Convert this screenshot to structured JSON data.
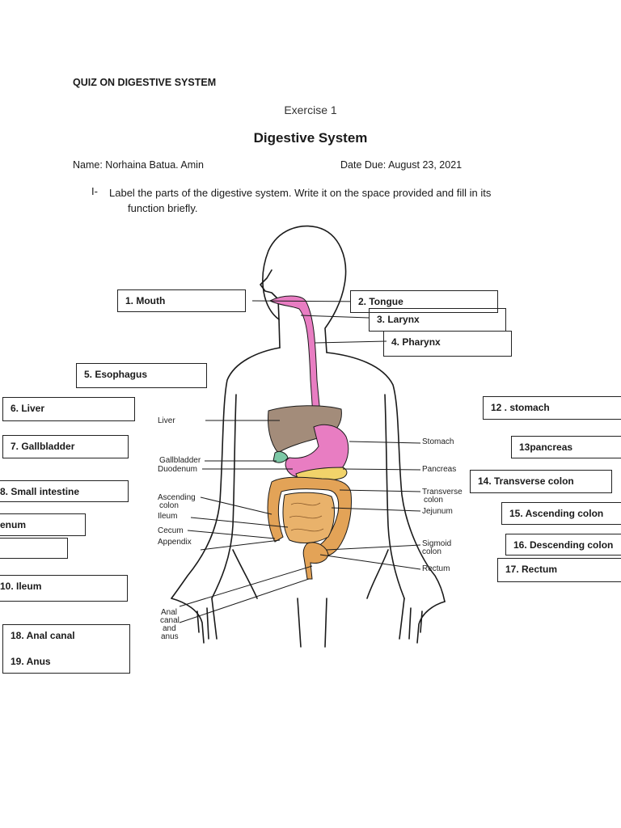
{
  "header": {
    "quiz_title": "QUIZ ON DIGESTIVE SYSTEM",
    "exercise": "Exercise 1",
    "title": "Digestive System",
    "name": "Name: Norhaina Batua. Amin",
    "date_due": "Date Due: August 23, 2021"
  },
  "instructions": {
    "number": "I-",
    "line1": "Label the parts of the digestive system. Write it on the space provided and fill in its",
    "line2": "function briefly."
  },
  "answers": {
    "mouth": "1. Mouth",
    "tongue": "2. Tongue",
    "larynx": "3. Larynx",
    "pharynx": "4. Pharynx",
    "esophagus": "5. Esophagus",
    "liver": "6. Liver",
    "gallbladder": "7. Gallbladder",
    "small_intestine": "8. Small intestine",
    "duodenum": "enum",
    "ileum": "10. Ileum",
    "anal_canal": "18. Anal canal",
    "anus": "19. Anus",
    "stomach": "12 . stomach",
    "pancreas": "13pancreas",
    "transverse_colon": "14. Transverse colon",
    "ascending_colon": "15. Ascending colon",
    "descending_colon": "16. Descending colon",
    "rectum": "17. Rectum"
  },
  "diagram_labels": {
    "liver": "Liver",
    "gallbladder": "Gallbladder",
    "duodenum": "Duodenum",
    "ascending_colon_1": "Ascending",
    "ascending_colon_2": "colon",
    "ileum": "Ileum",
    "cecum": "Cecum",
    "appendix": "Appendix",
    "anal_1": "Anal",
    "anal_2": "canal",
    "anal_3": "and",
    "anal_4": "anus",
    "stomach": "Stomach",
    "pancreas": "Pancreas",
    "transverse_1": "Transverse",
    "transverse_2": "colon",
    "jejunum": "Jejunum",
    "sigmoid_1": "Sigmoid",
    "sigmoid_2": "colon",
    "rectum": "Rectum"
  },
  "colors": {
    "esophagus": "#e87dc2",
    "liver": "#a38c7a",
    "intestine": "#e9b26b",
    "colon": "#e3a357",
    "gallbladder": "#7cc8a6",
    "pancreas": "#f1d36a",
    "outline": "#1a1a1a"
  }
}
